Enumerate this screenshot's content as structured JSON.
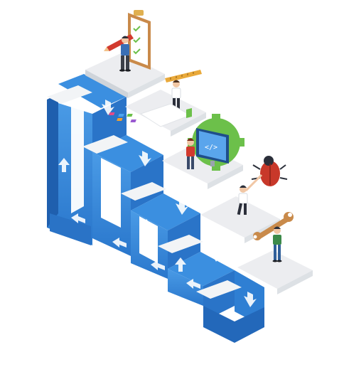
{
  "illustration": {
    "subject": "isometric-development-staircase",
    "colors": {
      "blue": "#2f7fd3",
      "blue_dark": "#1f5fae",
      "blue_light": "#5aa5ec",
      "step_top": "#e9ecef",
      "step_side": "#cfd5db",
      "green": "#6cc04a",
      "orange": "#f0a030",
      "red": "#c8382a",
      "skin": "#f1c7a5",
      "dark": "#2b2f3a"
    },
    "workers": [
      {
        "role": "planner-with-pencil",
        "icon": "clipboard-checklist-icon"
      },
      {
        "role": "designer-with-ruler",
        "icon": "ruler-icon"
      },
      {
        "role": "developer-at-monitor",
        "icon": "code-monitor-icon"
      },
      {
        "role": "tester-with-bug",
        "icon": "bug-icon"
      },
      {
        "role": "maintainer-with-wrench",
        "icon": "wrench-icon"
      }
    ]
  }
}
